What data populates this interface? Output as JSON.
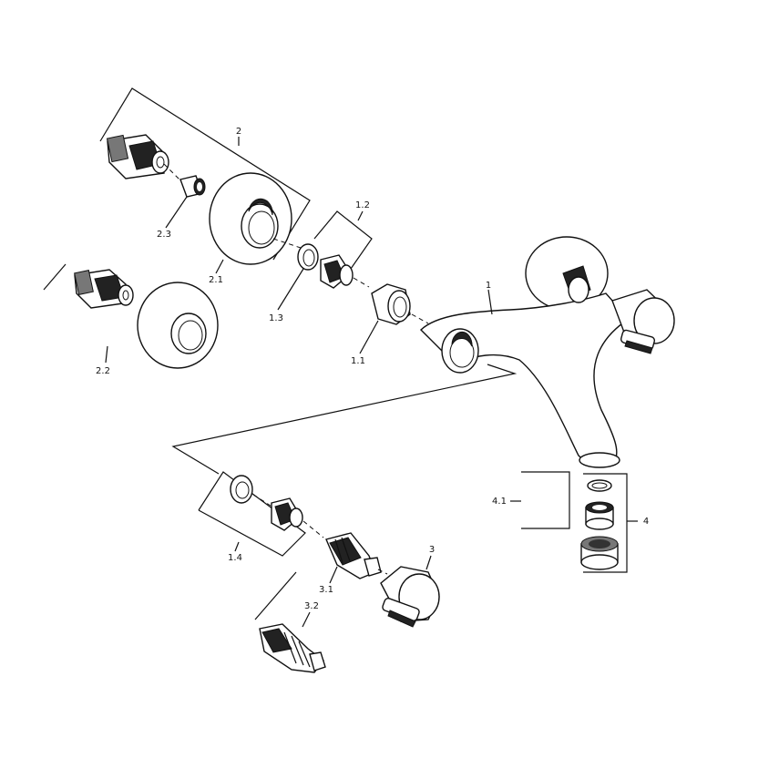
{
  "labels": {
    "l2": "2",
    "l2_1": "2.1",
    "l2_2": "2.2",
    "l2_3": "2.3",
    "l1": "1",
    "l1_1": "1.1",
    "l1_2": "1.2",
    "l1_3": "1.3",
    "l1_4": "1.4",
    "l3": "3",
    "l3_1": "3.1",
    "l3_2": "3.2",
    "l4": "4",
    "l4_1": "4.1"
  }
}
